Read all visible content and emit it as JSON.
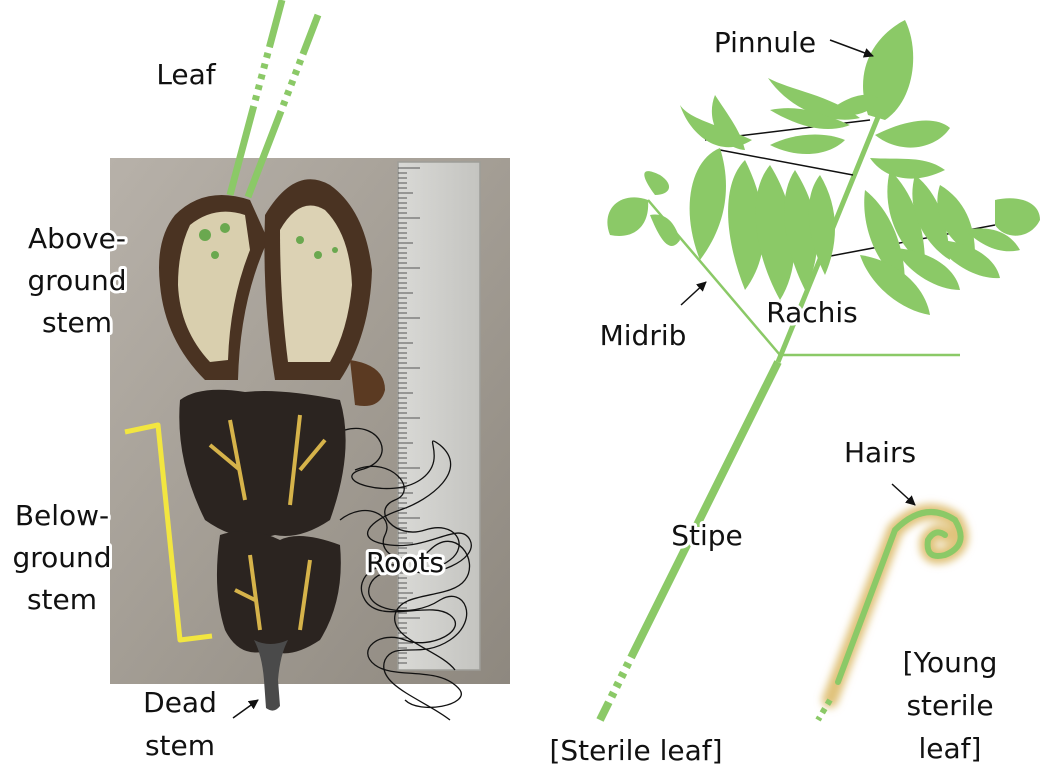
{
  "labels": {
    "leaf": "Leaf",
    "above_ground_stem": [
      "Above-",
      "ground",
      "stem"
    ],
    "below_ground_stem": [
      "Below-",
      "ground",
      "stem"
    ],
    "roots": "Roots",
    "dead_stem": [
      "Dead",
      "stem"
    ],
    "pinnule": "Pinnule",
    "midrib": "Midrib",
    "rachis": "Rachis",
    "stipe": "Stipe",
    "sterile_leaf": "[Sterile leaf]",
    "hairs": "Hairs",
    "young_sterile_leaf": [
      "[Young",
      "sterile",
      "leaf]"
    ]
  },
  "colors": {
    "frond_green": "#8bc967",
    "bracket_yellow": "#f2e640",
    "dead_stem_gray": "#4a4a4a",
    "hair_glow": "#e0c27a",
    "photo_bg": "#a59f96"
  }
}
